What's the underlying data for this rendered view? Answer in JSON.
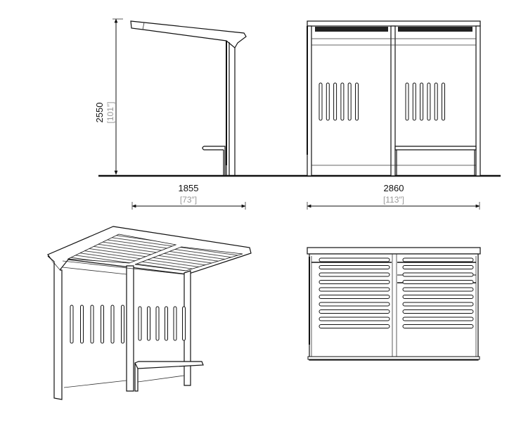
{
  "drawing": {
    "views": [
      "side-elevation",
      "front-elevation",
      "perspective",
      "plan"
    ],
    "stroke_color": "#111111",
    "secondary_text_color": "#999999"
  },
  "dimensions": {
    "height": {
      "mm": "2550",
      "inch": "[101″]"
    },
    "depth": {
      "mm": "1855",
      "inch": "[73″]"
    },
    "width": {
      "mm": "2860",
      "inch": "[113″]"
    }
  }
}
